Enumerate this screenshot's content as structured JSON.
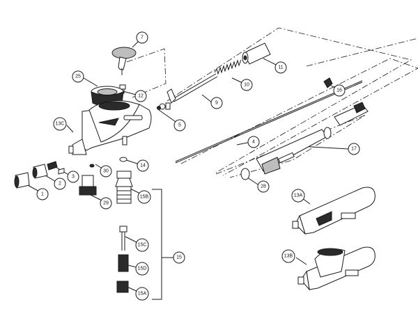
{
  "part_labels": {
    "p1": "1",
    "p2": "2",
    "p3": "3",
    "p4": "4",
    "p5": "5",
    "p7": "7",
    "p9": "9",
    "p10": "10",
    "p11": "11",
    "p12": "12",
    "p13a": "13A",
    "p13b": "13B",
    "p13c": "13C",
    "p14": "14",
    "p15": "15",
    "p15a": "15A",
    "p15b": "15B",
    "p15c": "15C",
    "p15d": "15D",
    "p16": "16",
    "p17": "17",
    "p25": "25",
    "p28": "28",
    "p29": "29",
    "p30": "30"
  }
}
